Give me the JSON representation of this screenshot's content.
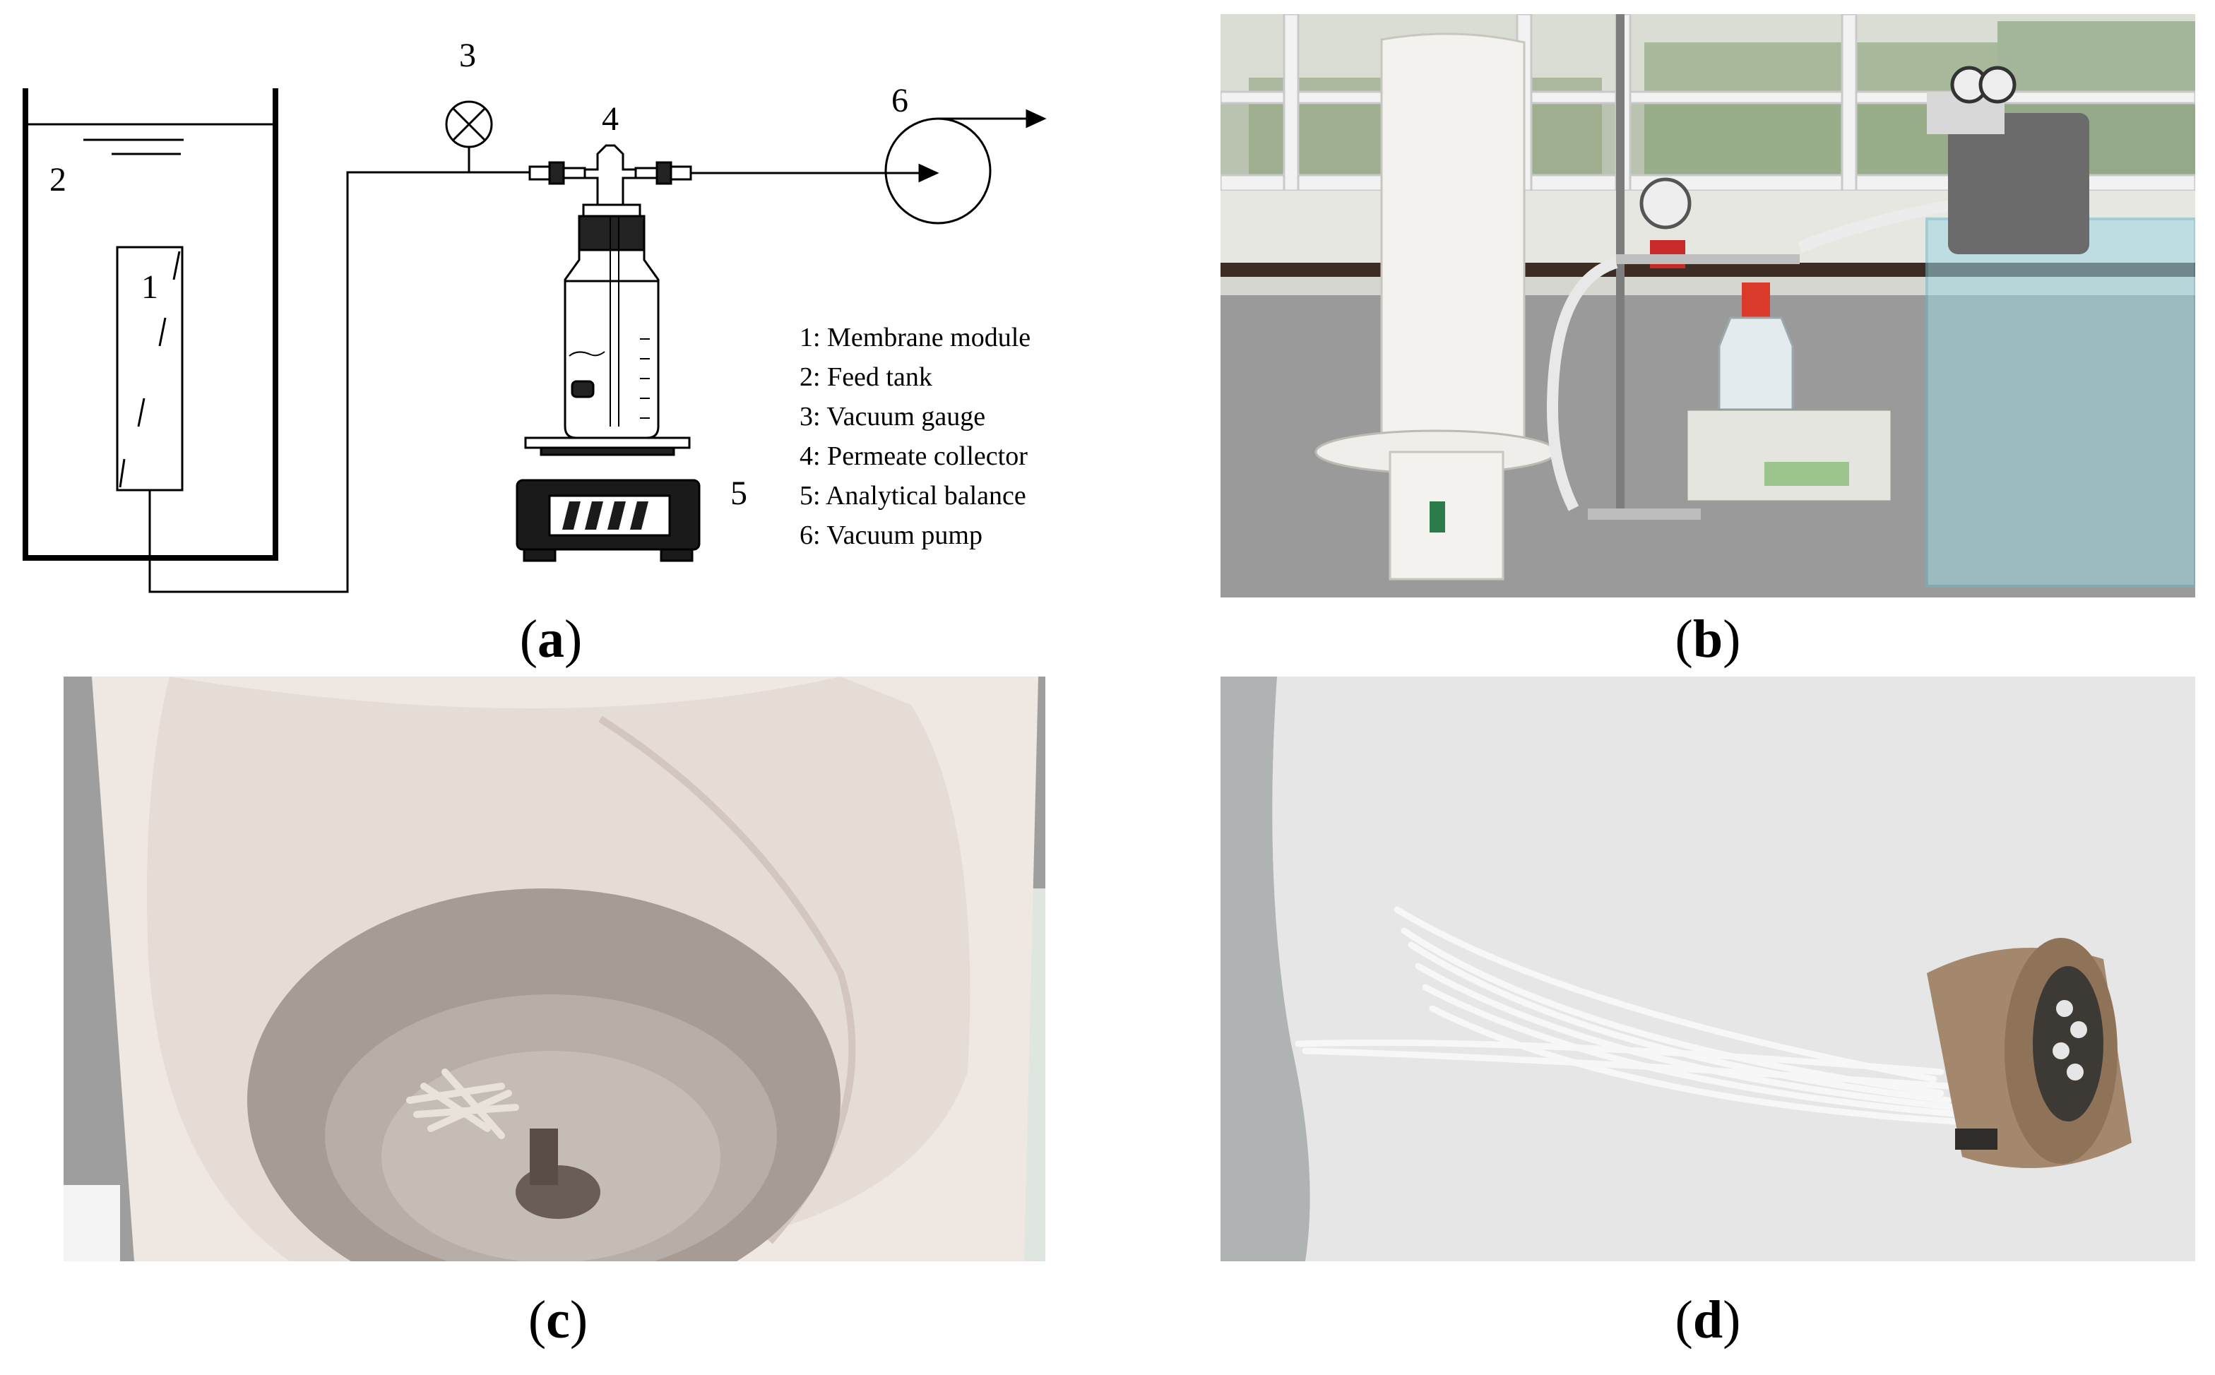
{
  "panels": {
    "a": {
      "caption_open": "(",
      "caption_letter": "a",
      "caption_close": ")",
      "numbers": [
        "1",
        "2",
        "3",
        "4",
        "5",
        "6"
      ],
      "legend": [
        "1: Membrane module",
        "2: Feed tank",
        "3: Vacuum gauge",
        "4: Permeate collector",
        "5: Analytical balance",
        "6: Vacuum pump"
      ]
    },
    "b": {
      "caption_open": "(",
      "caption_letter": "b",
      "caption_close": ")"
    },
    "c": {
      "caption_open": "(",
      "caption_letter": "c",
      "caption_close": ")"
    },
    "d": {
      "caption_open": "(",
      "caption_letter": "d",
      "caption_close": ")"
    }
  }
}
